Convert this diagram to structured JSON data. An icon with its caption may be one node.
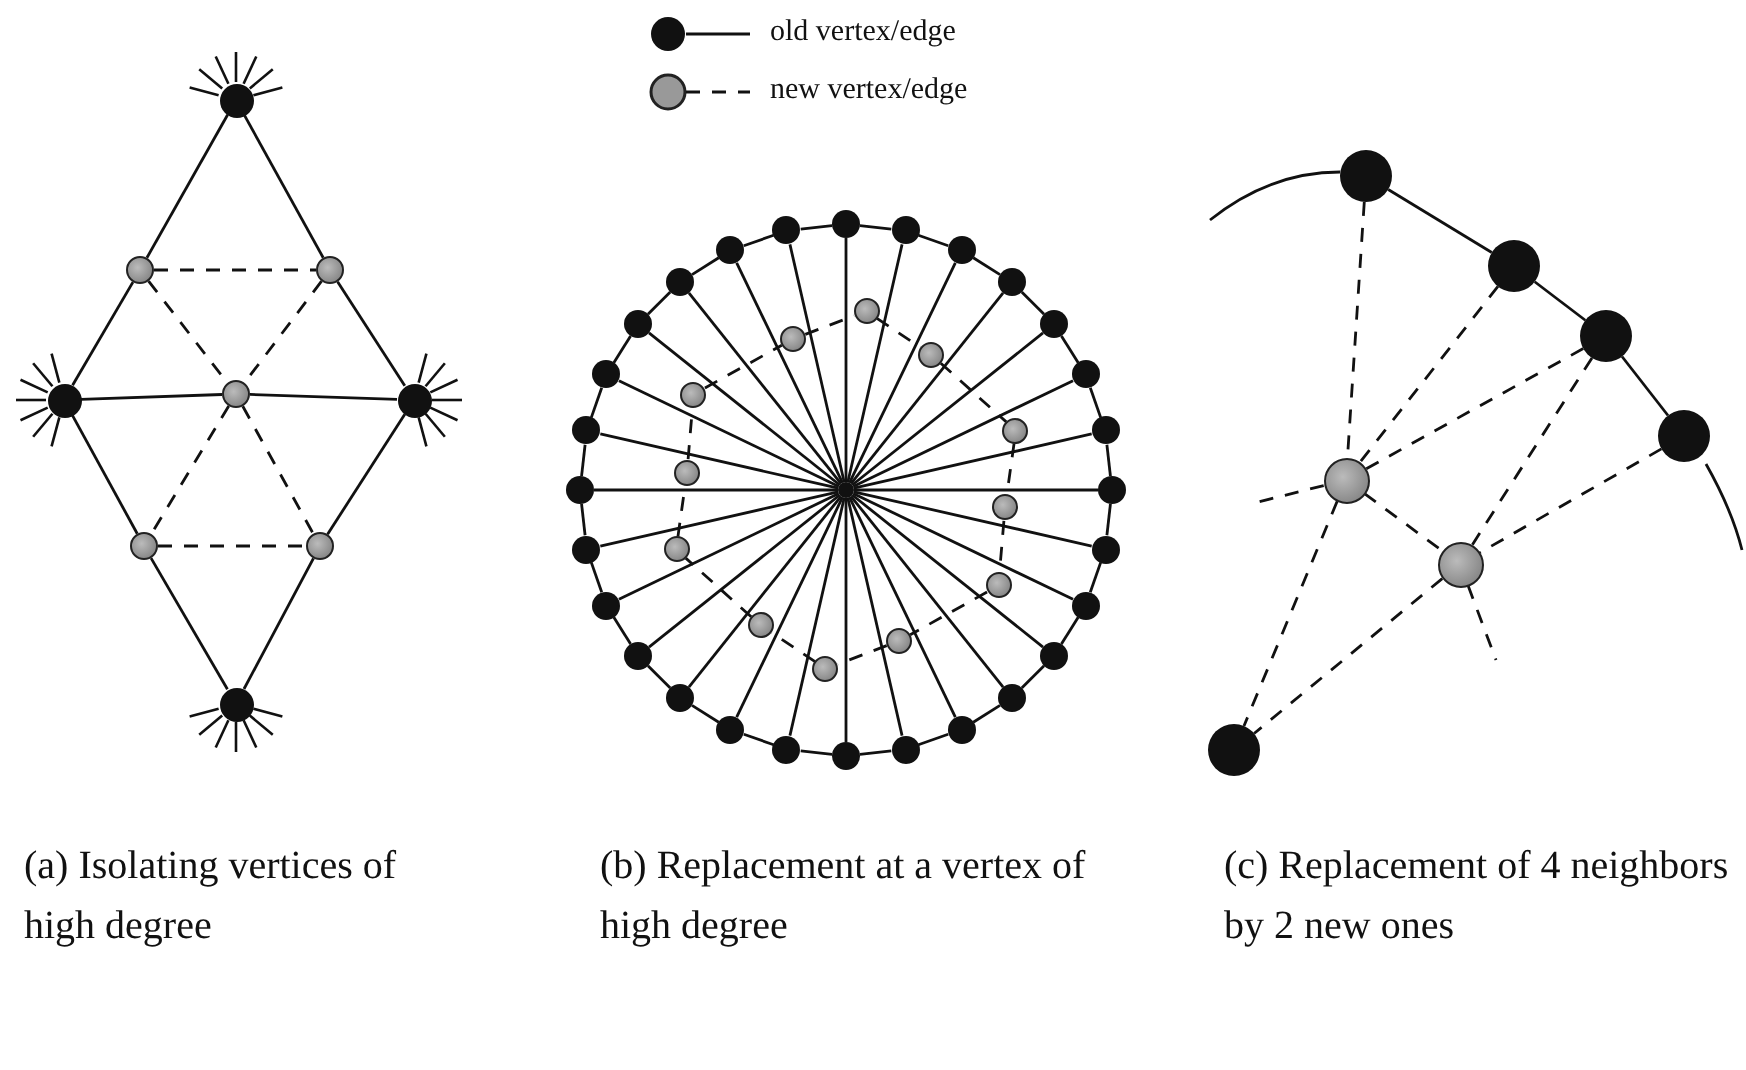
{
  "diagram": {
    "nodes": [
      {
        "text": [],
        "shape": "dot"
      },
      {
        "text": [],
        "shape": "circle"
      },
      {
        "text": [],
        "shape": "circle"
      },
      {
        "text": [],
        "shape": "dot"
      },
      {
        "text": [],
        "shape": "circle"
      },
      {
        "text": [],
        "shape": "dot"
      },
      {
        "text": [],
        "shape": "circle"
      },
      {
        "text": [],
        "shape": "circle"
      },
      {
        "text": [],
        "shape": "dot"
      },
      {
        "text": [],
        "shape": "dot"
      },
      {
        "text": [],
        "shape": "dot"
      },
      {
        "text": [],
        "shape": "dot"
      },
      {
        "text": [],
        "shape": "dot"
      },
      {
        "text": [],
        "shape": "dot"
      },
      {
        "text": [],
        "shape": "dot"
      },
      {
        "text": [],
        "shape": "dot"
      },
      {
        "text": [],
        "shape": "dot"
      },
      {
        "text": [],
        "shape": "dot"
      },
      {
        "text": [],
        "shape": "dot"
      },
      {
        "text": [],
        "shape": "dot"
      },
      {
        "text": [],
        "shape": "dot"
      },
      {
        "text": [],
        "shape": "dot"
      },
      {
        "text": [],
        "shape": "dot"
      },
      {
        "text": [],
        "shape": "dot"
      },
      {
        "text": [],
        "shape": "dot"
      },
      {
        "text": [],
        "shape": "dot"
      },
      {
        "text": [],
        "shape": "dot"
      },
      {
        "text": [],
        "shape": "dot"
      },
      {
        "text": [],
        "shape": "dot"
      },
      {
        "text": [],
        "shape": "dot"
      },
      {
        "text": [],
        "shape": "dot"
      },
      {
        "text": [],
        "shape": "dot"
      },
      {
        "text": [],
        "shape": "dot"
      },
      {
        "text": [],
        "shape": "dot"
      },
      {
        "text": [],
        "shape": "dot"
      },
      {
        "text": [],
        "shape": "dot"
      },
      {
        "text": [],
        "shape": "dot"
      },
      {
        "text": [],
        "shape": "dot"
      },
      {
        "text": [],
        "shape": "circle"
      },
      {
        "text": [],
        "shape": "circle"
      },
      {
        "text": [],
        "shape": "circle"
      },
      {
        "text": [],
        "shape": "circle"
      },
      {
        "text": [],
        "shape": "circle"
      },
      {
        "text": [],
        "shape": "circle"
      },
      {
        "text": [],
        "shape": "circle"
      },
      {
        "text": [],
        "shape": "circle"
      },
      {
        "text": [],
        "shape": "circle"
      },
      {
        "text": [],
        "shape": "circle"
      },
      {
        "text": [],
        "shape": "circle"
      },
      {
        "text": [],
        "shape": "circle"
      },
      {
        "text": [],
        "shape": "dot"
      },
      {
        "text": [],
        "shape": "dot"
      },
      {
        "text": [],
        "shape": "dot"
      },
      {
        "text": [],
        "shape": "dot"
      },
      {
        "text": [],
        "shape": "circle"
      },
      {
        "text": [],
        "shape": "circle"
      },
      {
        "text": [],
        "shape": "dot"
      }
    ],
    "edges": [
      {
        "from": 0,
        "to": 1,
        "arrow": "none"
      },
      {
        "from": 1,
        "to": 3,
        "arrow": "none"
      },
      {
        "from": 0,
        "to": 2,
        "arrow": "none"
      },
      {
        "from": 2,
        "to": 5,
        "arrow": "none"
      },
      {
        "from": 3,
        "to": 4,
        "arrow": "none"
      },
      {
        "from": 4,
        "to": 5,
        "arrow": "none"
      },
      {
        "from": 3,
        "to": 6,
        "arrow": "none"
      },
      {
        "from": 6,
        "to": 8,
        "arrow": "none"
      },
      {
        "from": 5,
        "to": 7,
        "arrow": "none"
      },
      {
        "from": 7,
        "to": 8,
        "arrow": "none"
      },
      {
        "from": 1,
        "to": 2,
        "arrow": "none",
        "style": "dashed"
      },
      {
        "from": 1,
        "to": 4,
        "arrow": "none",
        "style": "dashed"
      },
      {
        "from": 2,
        "to": 4,
        "arrow": "none",
        "style": "dashed"
      },
      {
        "from": 4,
        "to": 6,
        "arrow": "none",
        "style": "dashed"
      },
      {
        "from": 4,
        "to": 7,
        "arrow": "none",
        "style": "dashed"
      },
      {
        "from": 6,
        "to": 7,
        "arrow": "none",
        "style": "dashed"
      },
      {
        "from": 9,
        "to": 10,
        "arrow": "none"
      },
      {
        "from": 9,
        "to": 11,
        "arrow": "none"
      },
      {
        "from": 9,
        "to": 12,
        "arrow": "none"
      },
      {
        "from": 9,
        "to": 13,
        "arrow": "none"
      },
      {
        "from": 9,
        "to": 14,
        "arrow": "none"
      },
      {
        "from": 9,
        "to": 15,
        "arrow": "none"
      },
      {
        "from": 9,
        "to": 16,
        "arrow": "none"
      },
      {
        "from": 9,
        "to": 17,
        "arrow": "none"
      },
      {
        "from": 9,
        "to": 18,
        "arrow": "none"
      },
      {
        "from": 9,
        "to": 19,
        "arrow": "none"
      },
      {
        "from": 9,
        "to": 20,
        "arrow": "none"
      },
      {
        "from": 9,
        "to": 21,
        "arrow": "none"
      },
      {
        "from": 9,
        "to": 22,
        "arrow": "none"
      },
      {
        "from": 9,
        "to": 23,
        "arrow": "none"
      },
      {
        "from": 9,
        "to": 24,
        "arrow": "none"
      },
      {
        "from": 9,
        "to": 25,
        "arrow": "none"
      },
      {
        "from": 9,
        "to": 26,
        "arrow": "none"
      },
      {
        "from": 9,
        "to": 27,
        "arrow": "none"
      },
      {
        "from": 9,
        "to": 28,
        "arrow": "none"
      },
      {
        "from": 9,
        "to": 29,
        "arrow": "none"
      },
      {
        "from": 9,
        "to": 30,
        "arrow": "none"
      },
      {
        "from": 9,
        "to": 31,
        "arrow": "none"
      },
      {
        "from": 9,
        "to": 32,
        "arrow": "none"
      },
      {
        "from": 9,
        "to": 33,
        "arrow": "none"
      },
      {
        "from": 9,
        "to": 34,
        "arrow": "none"
      },
      {
        "from": 9,
        "to": 35,
        "arrow": "none"
      },
      {
        "from": 9,
        "to": 36,
        "arrow": "none"
      },
      {
        "from": 9,
        "to": 37,
        "arrow": "none"
      },
      {
        "from": 10,
        "to": 11,
        "arrow": "none"
      },
      {
        "from": 11,
        "to": 12,
        "arrow": "none"
      },
      {
        "from": 12,
        "to": 13,
        "arrow": "none"
      },
      {
        "from": 13,
        "to": 14,
        "arrow": "none"
      },
      {
        "from": 14,
        "to": 15,
        "arrow": "none"
      },
      {
        "from": 15,
        "to": 16,
        "arrow": "none"
      },
      {
        "from": 16,
        "to": 17,
        "arrow": "none"
      },
      {
        "from": 17,
        "to": 18,
        "arrow": "none"
      },
      {
        "from": 18,
        "to": 19,
        "arrow": "none"
      },
      {
        "from": 19,
        "to": 20,
        "arrow": "none"
      },
      {
        "from": 20,
        "to": 21,
        "arrow": "none"
      },
      {
        "from": 21,
        "to": 22,
        "arrow": "none"
      },
      {
        "from": 22,
        "to": 23,
        "arrow": "none"
      },
      {
        "from": 23,
        "to": 24,
        "arrow": "none"
      },
      {
        "from": 24,
        "to": 25,
        "arrow": "none"
      },
      {
        "from": 25,
        "to": 26,
        "arrow": "none"
      },
      {
        "from": 26,
        "to": 27,
        "arrow": "none"
      },
      {
        "from": 27,
        "to": 28,
        "arrow": "none"
      },
      {
        "from": 28,
        "to": 29,
        "arrow": "none"
      },
      {
        "from": 29,
        "to": 30,
        "arrow": "none"
      },
      {
        "from": 30,
        "to": 31,
        "arrow": "none"
      },
      {
        "from": 31,
        "to": 32,
        "arrow": "none"
      },
      {
        "from": 32,
        "to": 33,
        "arrow": "none"
      },
      {
        "from": 33,
        "to": 34,
        "arrow": "none"
      },
      {
        "from": 34,
        "to": 35,
        "arrow": "none"
      },
      {
        "from": 35,
        "to": 36,
        "arrow": "none"
      },
      {
        "from": 36,
        "to": 37,
        "arrow": "none"
      },
      {
        "from": 37,
        "to": 10,
        "arrow": "none"
      },
      {
        "from": 38,
        "to": 39,
        "arrow": "none",
        "style": "dashed"
      },
      {
        "from": 39,
        "to": 40,
        "arrow": "none",
        "style": "dashed"
      },
      {
        "from": 40,
        "to": 41,
        "arrow": "none",
        "style": "dashed"
      },
      {
        "from": 41,
        "to": 42,
        "arrow": "none",
        "style": "dashed"
      },
      {
        "from": 42,
        "to": 43,
        "arrow": "none",
        "style": "dashed"
      },
      {
        "from": 43,
        "to": 44,
        "arrow": "none",
        "style": "dashed"
      },
      {
        "from": 44,
        "to": 45,
        "arrow": "none",
        "style": "dashed"
      },
      {
        "from": 45,
        "to": 46,
        "arrow": "none",
        "style": "dashed"
      },
      {
        "from": 46,
        "to": 47,
        "arrow": "none",
        "style": "dashed"
      },
      {
        "from": 47,
        "to": 48,
        "arrow": "none",
        "style": "dashed"
      },
      {
        "from": 48,
        "to": 49,
        "arrow": "none",
        "style": "dashed"
      },
      {
        "from": 49,
        "to": 38,
        "arrow": "none",
        "style": "dashed"
      },
      {
        "from": 50,
        "to": 51,
        "arrow": "none"
      },
      {
        "from": 51,
        "to": 52,
        "arrow": "none"
      },
      {
        "from": 52,
        "to": 53,
        "arrow": "none"
      },
      {
        "from": 50,
        "to": 54,
        "arrow": "none",
        "style": "dashed"
      },
      {
        "from": 51,
        "to": 54,
        "arrow": "none",
        "style": "dashed"
      },
      {
        "from": 52,
        "to": 54,
        "arrow": "none",
        "style": "dashed"
      },
      {
        "from": 52,
        "to": 55,
        "arrow": "none",
        "style": "dashed"
      },
      {
        "from": 53,
        "to": 55,
        "arrow": "none",
        "style": "dashed"
      },
      {
        "from": 54,
        "to": 55,
        "arrow": "none",
        "style": "dashed"
      },
      {
        "from": 54,
        "to": 56,
        "arrow": "none",
        "style": "dashed"
      },
      {
        "from": 55,
        "to": 56,
        "arrow": "none",
        "style": "dashed"
      },
      {
        "from": 54,
        "to": null,
        "arrow": "none",
        "style": "dashed"
      },
      {
        "from": 55,
        "to": null,
        "arrow": "none",
        "style": "dashed"
      }
    ],
    "labels": [
      "(a) Isolating vertices of high degree",
      "(b) Replacement at a vertex of high degree",
      "(c) Replacement of 4 neighbors by 2 new ones"
    ],
    "legend": [
      {
        "text": "old vertex/edge"
      },
      {
        "text": "new vertex/edge"
      }
    ]
  }
}
